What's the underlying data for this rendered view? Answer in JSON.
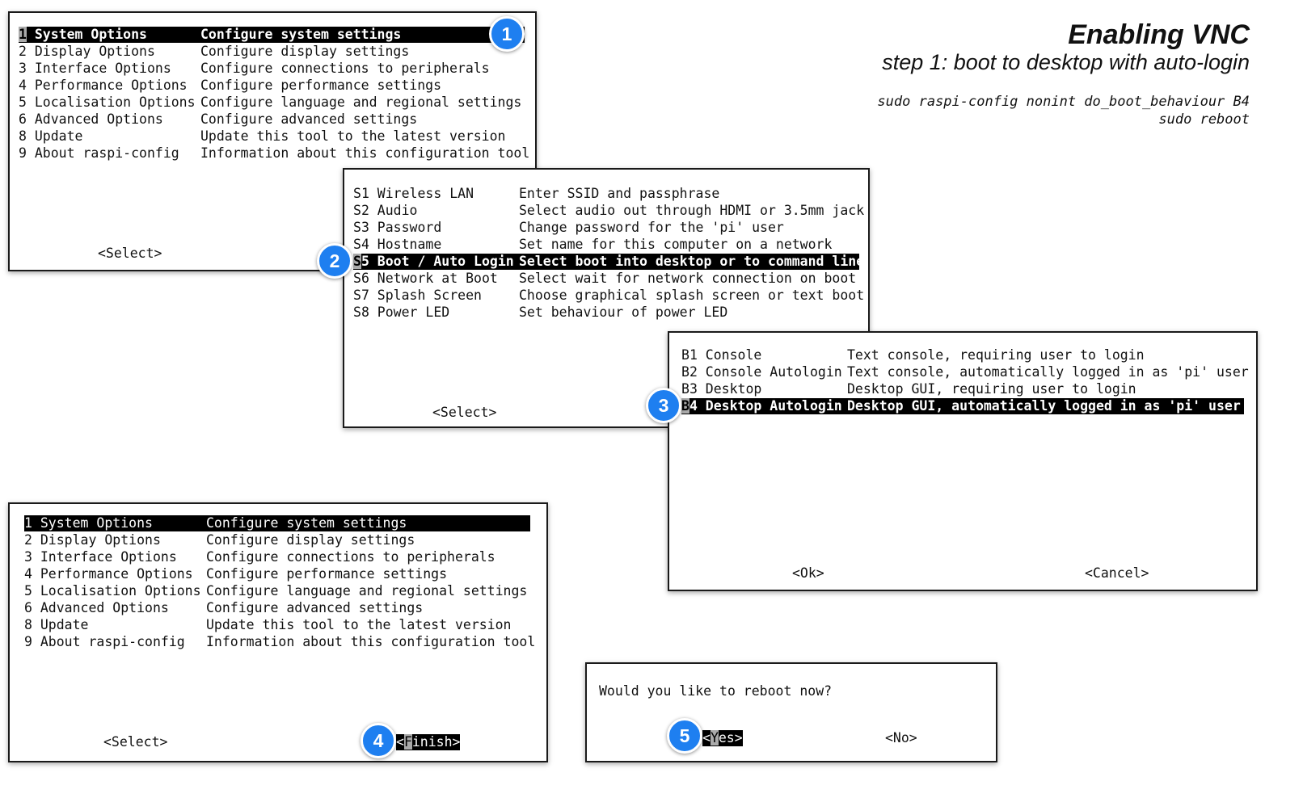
{
  "header": {
    "title": "Enabling VNC",
    "subtitle": "step 1: boot to desktop with auto-login",
    "commands": [
      "sudo raspi-config nonint do_boot_behaviour B4",
      "sudo reboot"
    ]
  },
  "main_menu": {
    "items": [
      {
        "key": "1",
        "rest": " System Options",
        "desc": "Configure system settings"
      },
      {
        "key": "2",
        "rest": " Display Options",
        "desc": "Configure display settings"
      },
      {
        "key": "3",
        "rest": " Interface Options",
        "desc": "Configure connections to peripherals"
      },
      {
        "key": "4",
        "rest": " Performance Options",
        "desc": "Configure performance settings"
      },
      {
        "key": "5",
        "rest": " Localisation Options",
        "desc": "Configure language and regional settings"
      },
      {
        "key": "6",
        "rest": " Advanced Options",
        "desc": "Configure advanced settings"
      },
      {
        "key": "8",
        "rest": " Update",
        "desc": "Update this tool to the latest version"
      },
      {
        "key": "9",
        "rest": " About raspi-config",
        "desc": "Information about this configuration tool"
      }
    ],
    "select_label": "<Select>",
    "finish_label_left": "<",
    "finish_label_cursor": "F",
    "finish_label_rest": "inish>"
  },
  "system_menu": {
    "items": [
      {
        "key": "S",
        "rest": "1 Wireless LAN",
        "desc": "Enter SSID and passphrase"
      },
      {
        "key": "S",
        "rest": "2 Audio",
        "desc": "Select audio out through HDMI or 3.5mm jack"
      },
      {
        "key": "S",
        "rest": "3 Password",
        "desc": "Change password for the 'pi' user"
      },
      {
        "key": "S",
        "rest": "4 Hostname",
        "desc": "Set name for this computer on a network"
      },
      {
        "key": "S",
        "rest": "5 Boot / Auto Login",
        "desc": "Select boot into desktop or to command line"
      },
      {
        "key": "S",
        "rest": "6 Network at Boot",
        "desc": "Select wait for network connection on boot"
      },
      {
        "key": "S",
        "rest": "7 Splash Screen",
        "desc": "Choose graphical splash screen or text boot"
      },
      {
        "key": "S",
        "rest": "8 Power LED",
        "desc": "Set behaviour of power LED"
      }
    ],
    "select_label": "<Select>"
  },
  "boot_menu": {
    "items": [
      {
        "key": "B",
        "rest": "1 Console",
        "desc": "Text console, requiring user to login"
      },
      {
        "key": "B",
        "rest": "2 Console Autologin",
        "desc": "Text console, automatically logged in as 'pi' user"
      },
      {
        "key": "B",
        "rest": "3 Desktop",
        "desc": "Desktop GUI, requiring user to login"
      },
      {
        "key": "B",
        "rest": "4 Desktop Autologin",
        "desc": "Desktop GUI, automatically logged in as 'pi' user"
      }
    ],
    "ok_label": "<Ok>",
    "cancel_label": "<Cancel>"
  },
  "reboot_dialog": {
    "question": "Would you like to reboot now?",
    "yes_left": "<",
    "yes_cursor": "Y",
    "yes_rest": "es>",
    "no_label": "<No>"
  },
  "steps": [
    "1",
    "2",
    "3",
    "4",
    "5"
  ],
  "colors": {
    "badge": "#1e7ff0",
    "highlight": "#000000",
    "cursor": "#aaaaaa"
  }
}
